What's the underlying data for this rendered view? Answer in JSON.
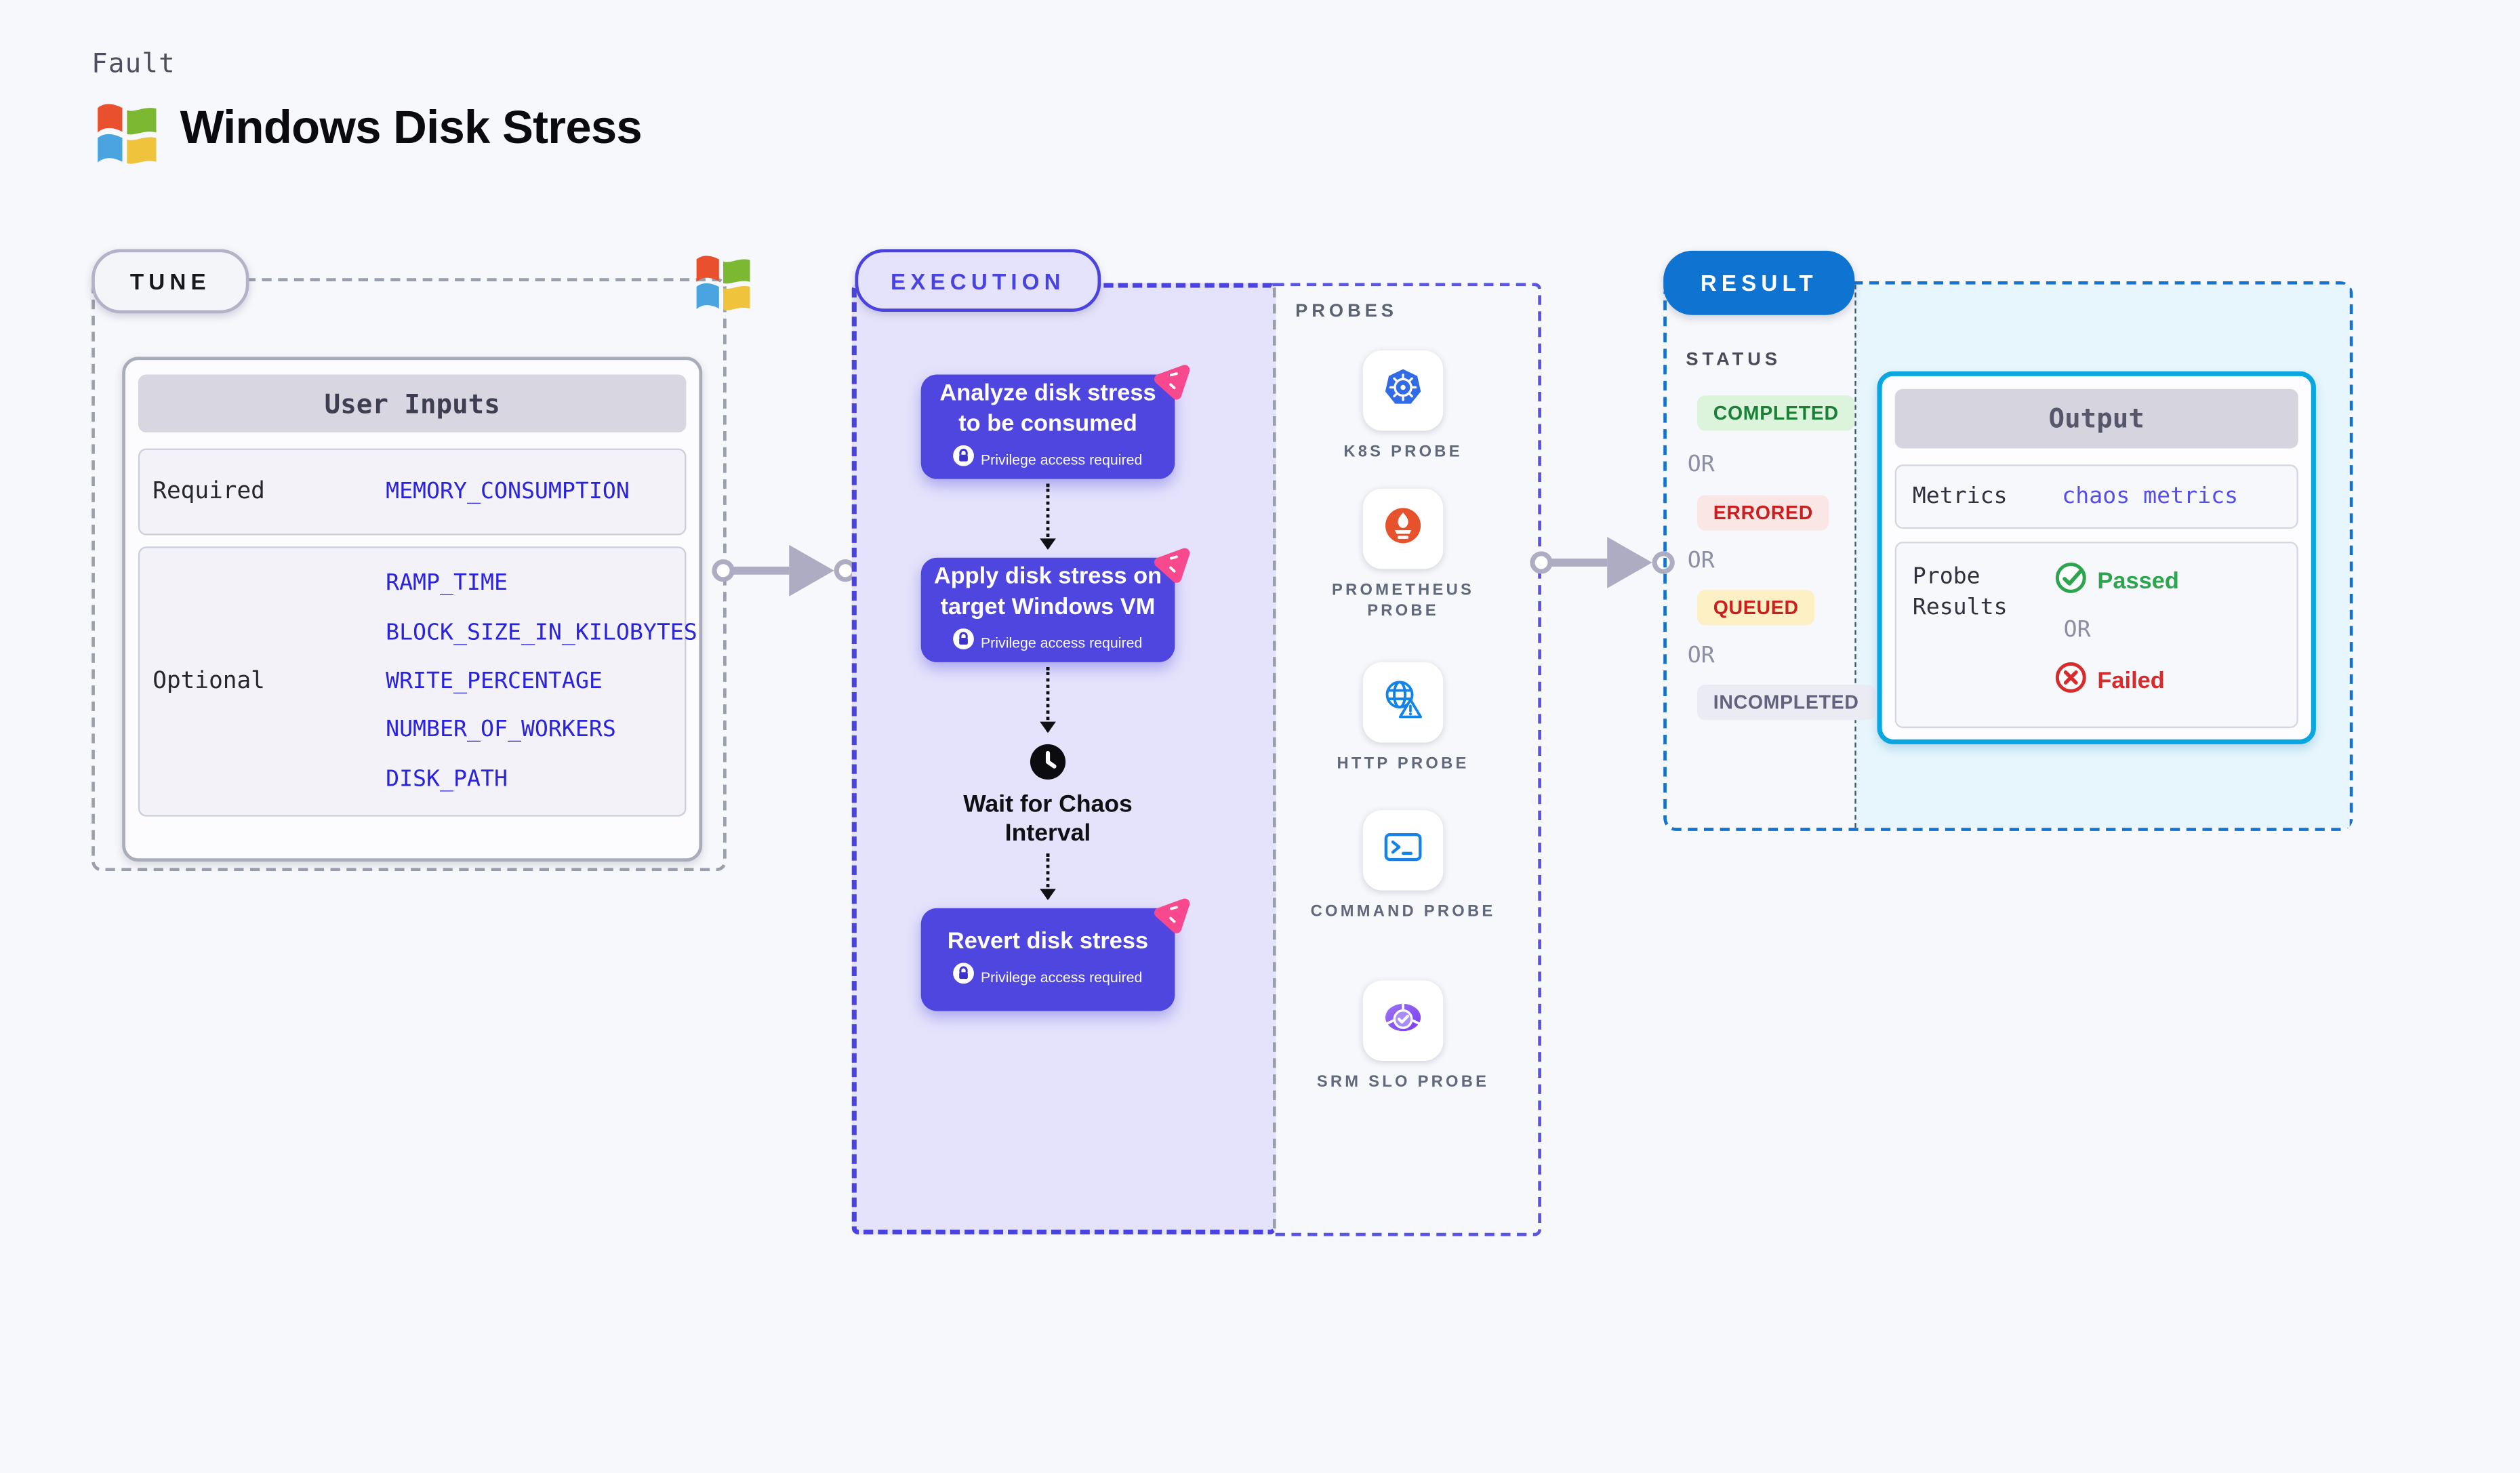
{
  "header": {
    "eyebrow": "Fault",
    "title": "Windows Disk Stress"
  },
  "tune": {
    "label": "TUNE",
    "table": {
      "title": "User Inputs",
      "rows": [
        {
          "label": "Required",
          "params": [
            "MEMORY_CONSUMPTION"
          ]
        },
        {
          "label": "Optional",
          "params": [
            "RAMP_TIME",
            "BLOCK_SIZE_IN_KILOBYTES",
            "WRITE_PERCENTAGE",
            "NUMBER_OF_WORKERS",
            "DISK_PATH"
          ]
        }
      ]
    }
  },
  "execution": {
    "label": "EXECUTION",
    "steps": [
      {
        "title": "Analyze disk stress to be consumed",
        "badge": "Privilege access required"
      },
      {
        "title": "Apply disk stress on target Windows VM",
        "badge": "Privilege access required"
      },
      {
        "title": "Wait for Chaos Interval"
      },
      {
        "title": "Revert disk stress",
        "badge": "Privilege access required"
      }
    ]
  },
  "probes": {
    "label": "PROBES",
    "items": [
      {
        "name": "K8S PROBE",
        "icon": "kubernetes-icon"
      },
      {
        "name": "PROMETHEUS PROBE",
        "icon": "prometheus-icon"
      },
      {
        "name": "HTTP PROBE",
        "icon": "http-globe-warning-icon"
      },
      {
        "name": "COMMAND PROBE",
        "icon": "terminal-icon"
      },
      {
        "name": "SRM SLO PROBE",
        "icon": "srm-slo-icon"
      }
    ]
  },
  "result": {
    "label": "RESULT",
    "status_label": "STATUS",
    "or_label": "OR",
    "statuses": [
      {
        "label": "COMPLETED",
        "kind": "success"
      },
      {
        "label": "ERRORED",
        "kind": "error"
      },
      {
        "label": "QUEUED",
        "kind": "queued"
      },
      {
        "label": "INCOMPLETED",
        "kind": "neutral"
      }
    ],
    "output": {
      "title": "Output",
      "rows": [
        {
          "label": "Metrics",
          "value": "chaos metrics"
        },
        {
          "label": "Probe Results",
          "passed": "Passed",
          "failed": "Failed"
        }
      ]
    }
  },
  "colors": {
    "execution_accent": "#4a43e0",
    "node_fill": "#4f46e0",
    "panel_lavender": "#e5e3fb",
    "tune_border": "#9aa0ab",
    "result_accent": "#1473cf",
    "result_panel_cyan": "#e7f6fc",
    "output_border": "#0aa6e2",
    "param_blue": "#2a23dd",
    "metrics_value_blue": "#554fe8",
    "success_text": "#1a7f37",
    "success_bg": "#ddf4dc",
    "error_text": "#cb1f1f",
    "error_bg": "#fbe6e6",
    "queued_bg": "#fcf0c4",
    "neutral_text": "#62627e",
    "neutral_bg": "#ebebf3",
    "passed_green": "#2da44e",
    "failed_red": "#d92b2b",
    "chaos_pink": "#f8498e",
    "connector_gray": "#aeacc2"
  }
}
